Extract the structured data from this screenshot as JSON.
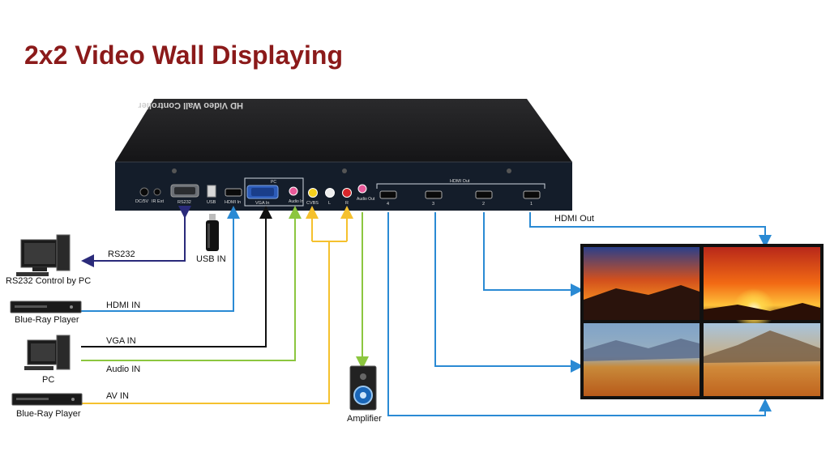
{
  "title": "2x2 Video Wall Displaying",
  "device": {
    "name": "HD Video Wall Controller",
    "ports": {
      "dc": "DC/5V",
      "ir": "IR Ext",
      "rs232": "RS232",
      "usb": "USB",
      "hdmi_in": "HDMI In",
      "pc_group": "PC",
      "vga_in": "VGA In",
      "audio_in": "Audio In",
      "cvbs": "CVBS",
      "l": "L",
      "r": "R",
      "audio_out": "Audio Out",
      "hdmi_out_group": "HDMI Out",
      "out4": "4",
      "out3": "3",
      "out2": "2",
      "out1": "1"
    }
  },
  "devices": {
    "pc_rs232": "RS232 Control by PC",
    "bluray1": "Blue-Ray Player",
    "pc": "PC",
    "bluray2": "Blue-Ray Player",
    "amplifier": "Amplifier"
  },
  "links": {
    "rs232": "RS232",
    "usb_in": "USB IN",
    "hdmi_in": "HDMI IN",
    "vga_in": "VGA IN",
    "audio_in": "Audio IN",
    "av_in": "AV IN",
    "hdmi_out": "HDMI Out"
  },
  "colors": {
    "title": "#8b1a1a",
    "navy": "#2a2a7a",
    "blue": "#2a8ad4",
    "black": "#111111",
    "green": "#8cc63f",
    "yellow": "#f5c12e"
  }
}
